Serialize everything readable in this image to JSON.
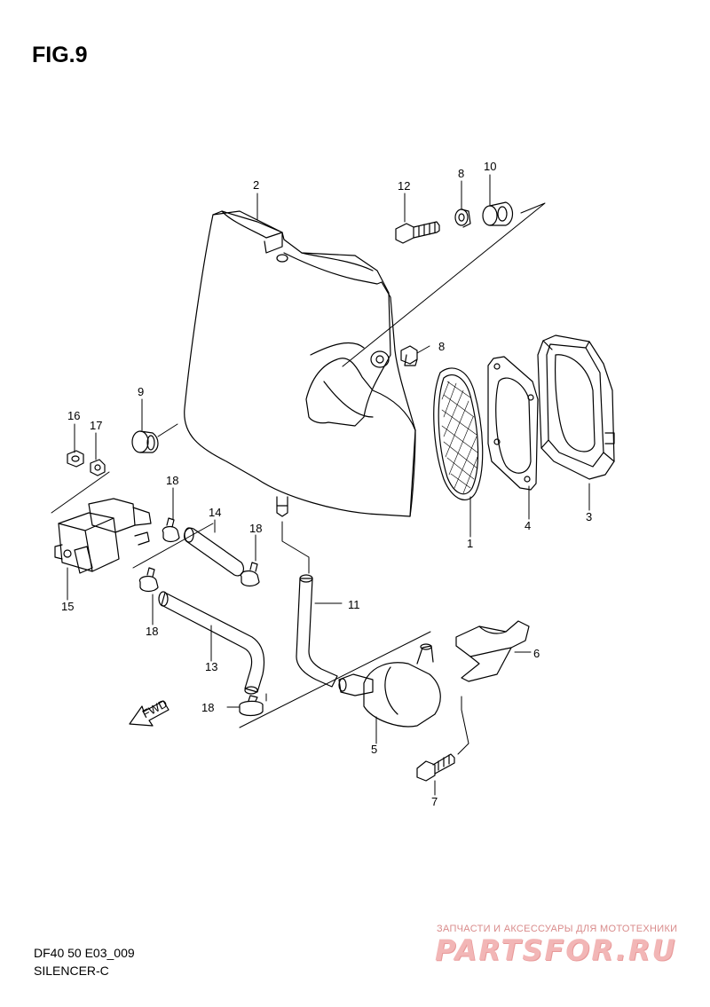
{
  "figure": {
    "title": "FIG.9",
    "code": "DF40 50 E03_009",
    "name": "SILENCER-C"
  },
  "watermark": {
    "tagline": "ЗАПЧАСТИ И АКСЕССУАРЫ ДЛЯ МОТОТЕХНИКИ",
    "logo": "PARTSFOR.RU"
  },
  "direction_badge": "FWD",
  "callouts": [
    "1",
    "2",
    "3",
    "4",
    "5",
    "6",
    "7",
    "8",
    "8",
    "9",
    "10",
    "11",
    "12",
    "13",
    "14",
    "15",
    "16",
    "17",
    "18",
    "18",
    "18",
    "18"
  ],
  "colors": {
    "line": "#000000",
    "watermark": "#f2b6b6"
  }
}
